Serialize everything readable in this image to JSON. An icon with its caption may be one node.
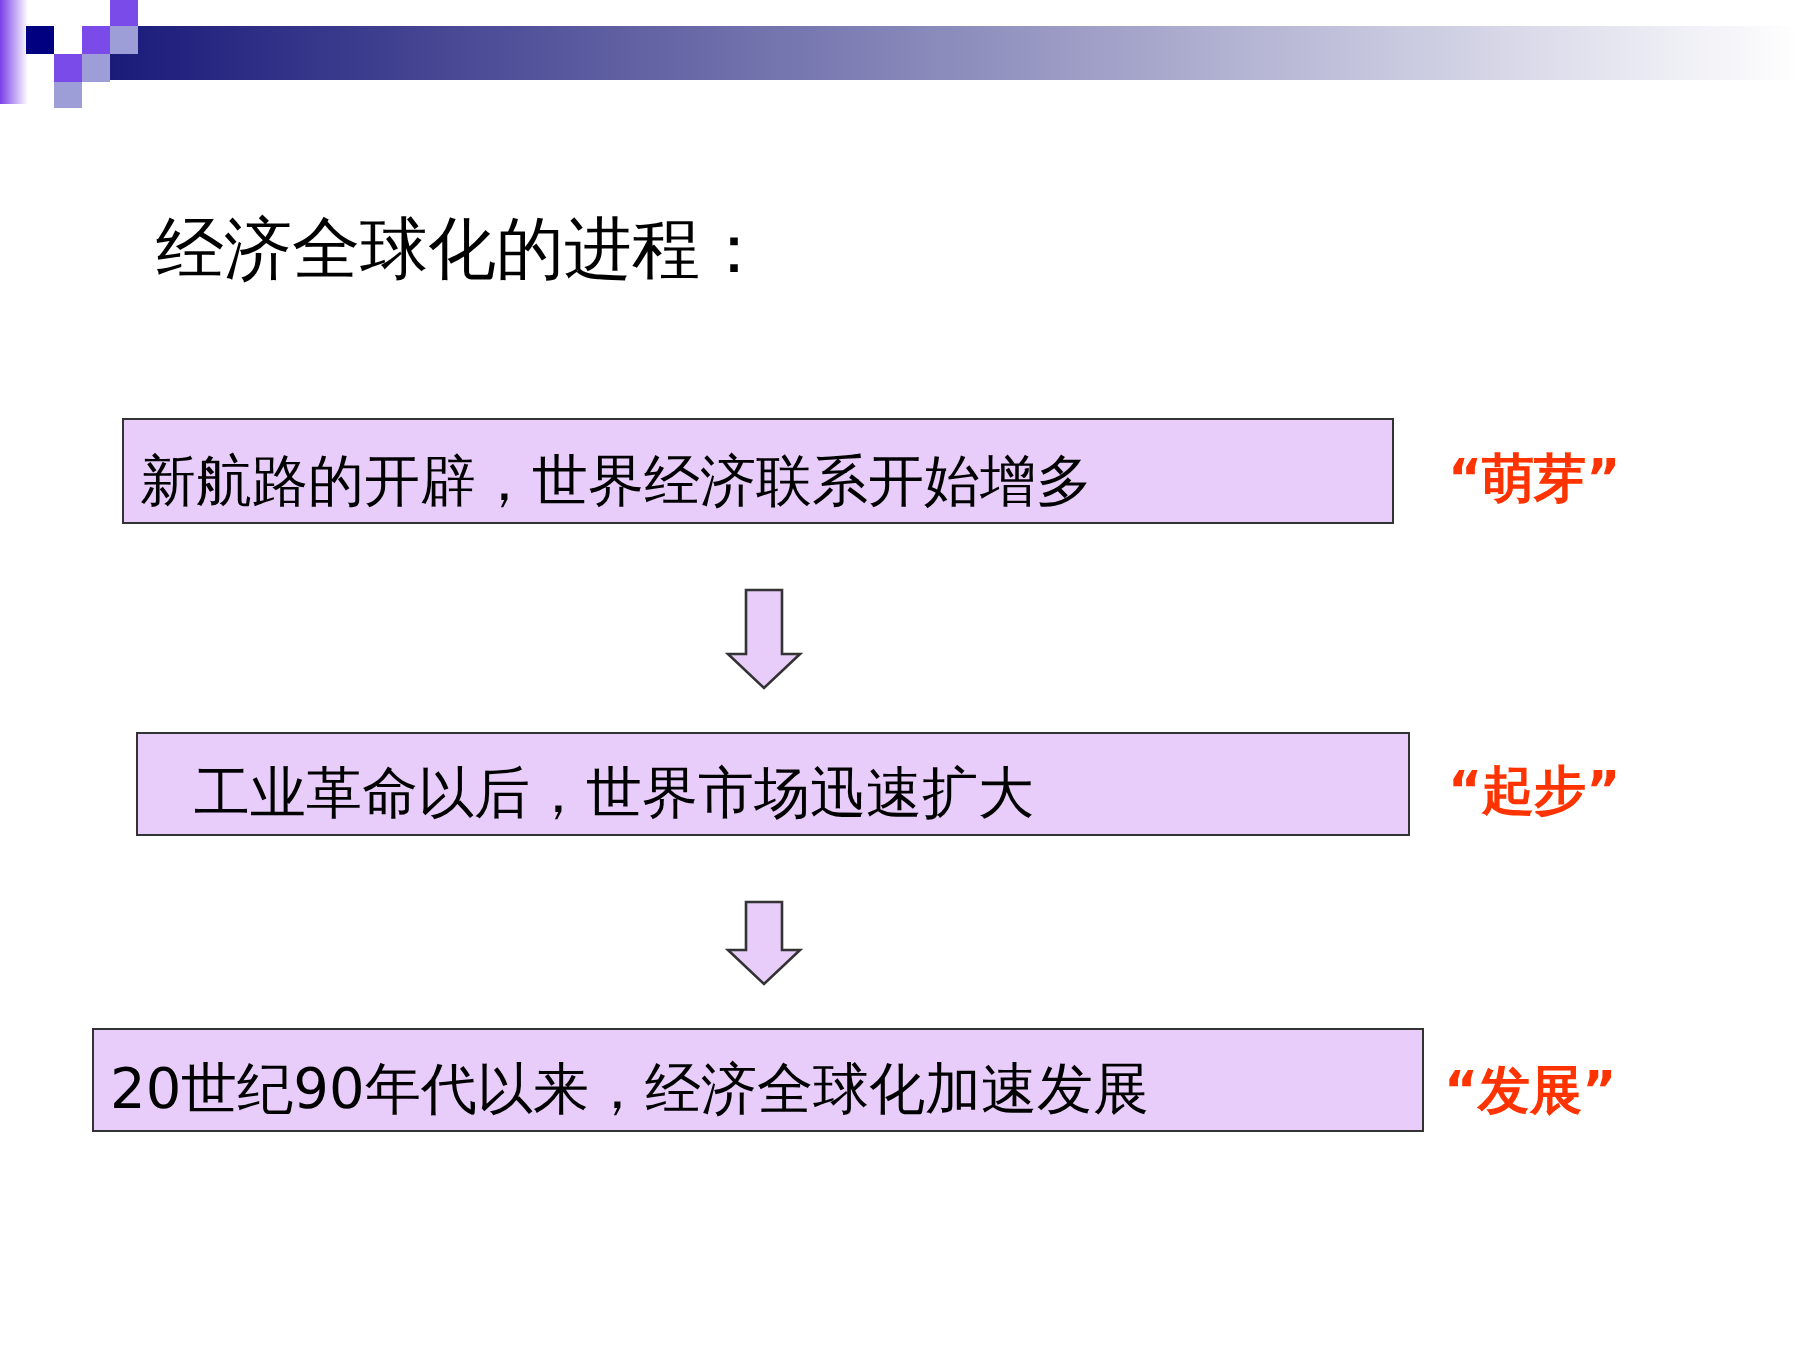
{
  "diagram": {
    "title": "经济全球化的进程：",
    "nodes": [
      {
        "text": [
          "新航路的开辟，世界经济联系开始增多"
        ],
        "beside": [
          "“萌芽”"
        ]
      },
      {
        "text": [
          "工业革命以后，世界市场迅速扩大"
        ],
        "beside": [
          "“起步”"
        ]
      },
      {
        "text": [
          "20世纪90年代以来，经济全球化加速发展"
        ],
        "beside": [
          "“发展”"
        ]
      }
    ],
    "edges": [
      {
        "from": 0,
        "to": 1,
        "arrow": "to"
      },
      {
        "from": 1,
        "to": 2,
        "arrow": "to"
      }
    ]
  }
}
